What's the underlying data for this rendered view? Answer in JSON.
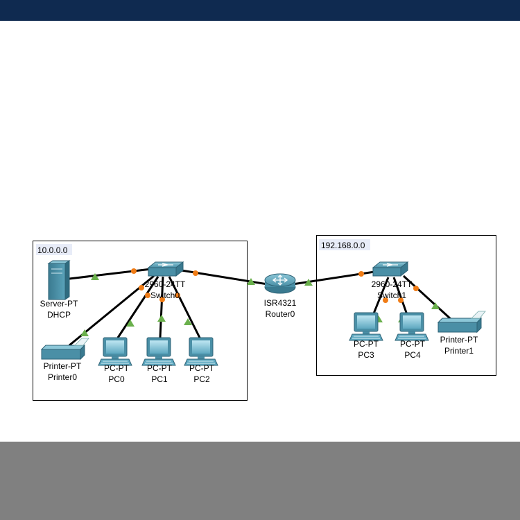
{
  "colors": {
    "top_bar": "#0f2a50",
    "bottom_bar": "#808080",
    "link": "#000000",
    "port_up": "#6ab04c",
    "port_orange": "#f07c16",
    "device_teal": "#4a8fa6",
    "netlabel_bg": "#e8ecf8"
  },
  "networks": [
    {
      "label": "10.0.0.0"
    },
    {
      "label": "192.168.0.0"
    }
  ],
  "devices": {
    "server": {
      "model": "Server-PT",
      "name": "DHCP",
      "icon": "server-icon"
    },
    "printer0": {
      "model": "Printer-PT",
      "name": "Printer0",
      "icon": "printer-icon"
    },
    "pc0": {
      "model": "PC-PT",
      "name": "PC0",
      "icon": "pc-icon"
    },
    "pc1": {
      "model": "PC-PT",
      "name": "PC1",
      "icon": "pc-icon"
    },
    "pc2": {
      "model": "PC-PT",
      "name": "PC2",
      "icon": "pc-icon"
    },
    "switch0": {
      "model": "2960-24TT",
      "name": "Switch0",
      "icon": "switch-icon"
    },
    "router0": {
      "model": "ISR4321",
      "name": "Router0",
      "icon": "router-icon"
    },
    "switch1": {
      "model": "2960-24TT",
      "name": "Switch1",
      "icon": "switch-icon"
    },
    "pc3": {
      "model": "PC-PT",
      "name": "PC3",
      "icon": "pc-icon"
    },
    "pc4": {
      "model": "PC-PT",
      "name": "PC4",
      "icon": "pc-icon"
    },
    "printer1": {
      "model": "Printer-PT",
      "name": "Printer1",
      "icon": "printer-icon"
    }
  }
}
